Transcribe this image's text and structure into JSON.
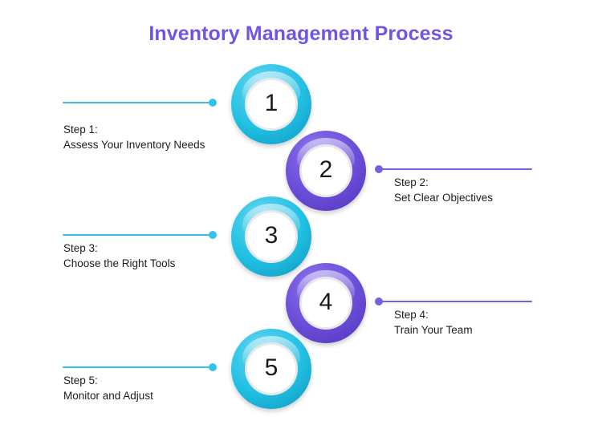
{
  "title": "Inventory Management Process",
  "colors": {
    "title": "#7154e0",
    "cyan": "#34c3e8",
    "purple": "#6a4dd6",
    "text": "#1c1c1c",
    "background": "#ffffff"
  },
  "steps": [
    {
      "number": "1",
      "step_label": "Step 1:",
      "step_text": "Assess Your Inventory Needs",
      "side": "left",
      "color": "cyan"
    },
    {
      "number": "2",
      "step_label": "Step 2:",
      "step_text": "Set Clear Objectives",
      "side": "right",
      "color": "purple"
    },
    {
      "number": "3",
      "step_label": "Step 3:",
      "step_text": "Choose the Right Tools",
      "side": "left",
      "color": "cyan"
    },
    {
      "number": "4",
      "step_label": "Step 4:",
      "step_text": "Train Your Team",
      "side": "right",
      "color": "purple"
    },
    {
      "number": "5",
      "step_label": "Step 5:",
      "step_text": "Monitor and Adjust",
      "side": "left",
      "color": "cyan"
    }
  ]
}
